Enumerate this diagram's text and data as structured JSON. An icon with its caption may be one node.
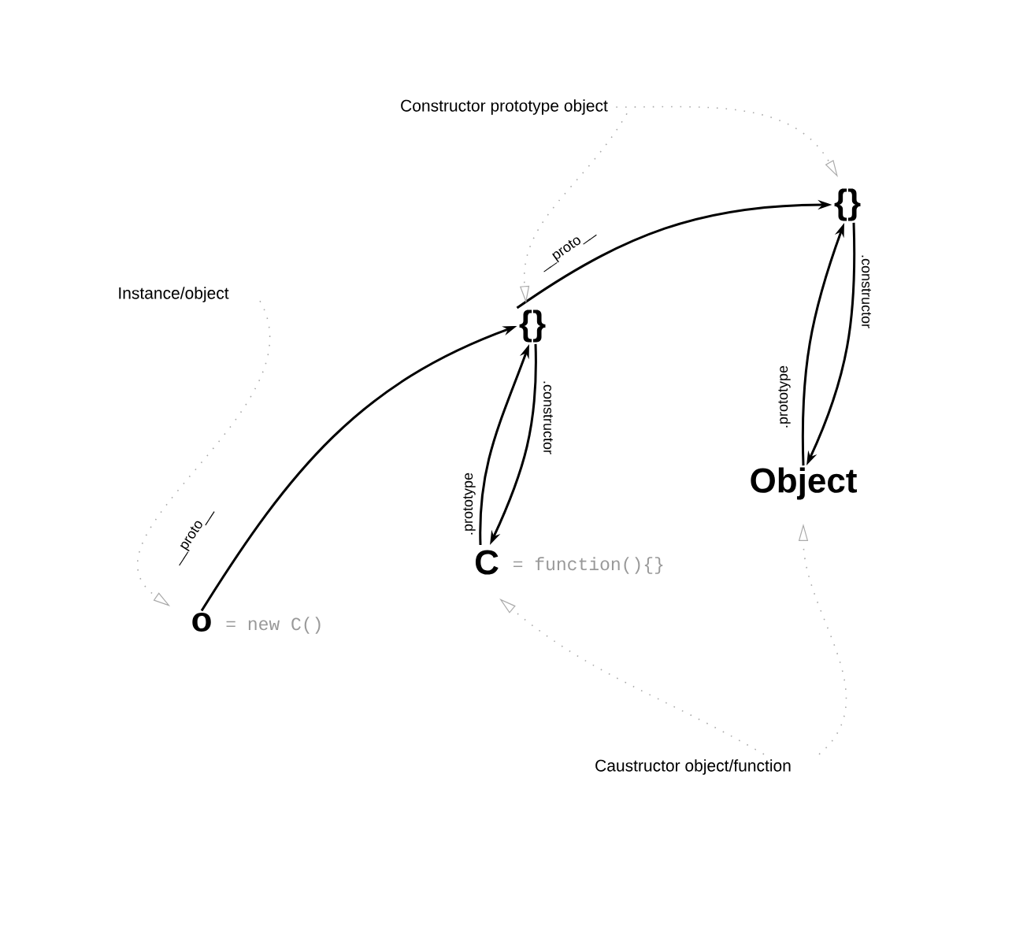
{
  "diagram": {
    "nodes": [
      {
        "text": [
          "Constructor prototype object"
        ]
      },
      {
        "text": [
          "Instance/object"
        ]
      },
      {
        "text": [
          "{}"
        ]
      },
      {
        "text": [
          "{}"
        ]
      },
      {
        "text": [
          "C"
        ],
        "beside": [
          "= function(){}"
        ]
      },
      {
        "text": [
          "o"
        ],
        "beside": [
          "= new C()"
        ]
      },
      {
        "text": [
          "Object"
        ]
      },
      {
        "text": [
          "Caustructor object/function"
        ]
      }
    ],
    "edges": [
      {
        "from": 5,
        "to": 2,
        "arrow": "to",
        "label": "__proto__"
      },
      {
        "from": 2,
        "to": 3,
        "arrow": "to",
        "label": "__proto__"
      },
      {
        "from": 4,
        "to": 2,
        "arrow": "to",
        "label": ".prototype"
      },
      {
        "from": 2,
        "to": 4,
        "arrow": "to",
        "label": ".constructor"
      },
      {
        "from": 6,
        "to": 3,
        "arrow": "to",
        "label": ".prototype"
      },
      {
        "from": 3,
        "to": 6,
        "arrow": "to",
        "label": ".constructor"
      },
      {
        "from": 1,
        "to": 5,
        "arrow": "to",
        "style": "dashed",
        "color": "#aaaaaa"
      },
      {
        "from": 0,
        "to": 2,
        "arrow": "to",
        "style": "dashed",
        "color": "#aaaaaa"
      },
      {
        "from": 0,
        "to": 3,
        "arrow": "to",
        "style": "dashed",
        "color": "#aaaaaa"
      },
      {
        "from": 7,
        "to": 4,
        "arrow": "to",
        "style": "dashed",
        "color": "#aaaaaa"
      },
      {
        "from": 7,
        "to": 6,
        "arrow": "to",
        "style": "dashed",
        "color": "#aaaaaa"
      }
    ]
  }
}
